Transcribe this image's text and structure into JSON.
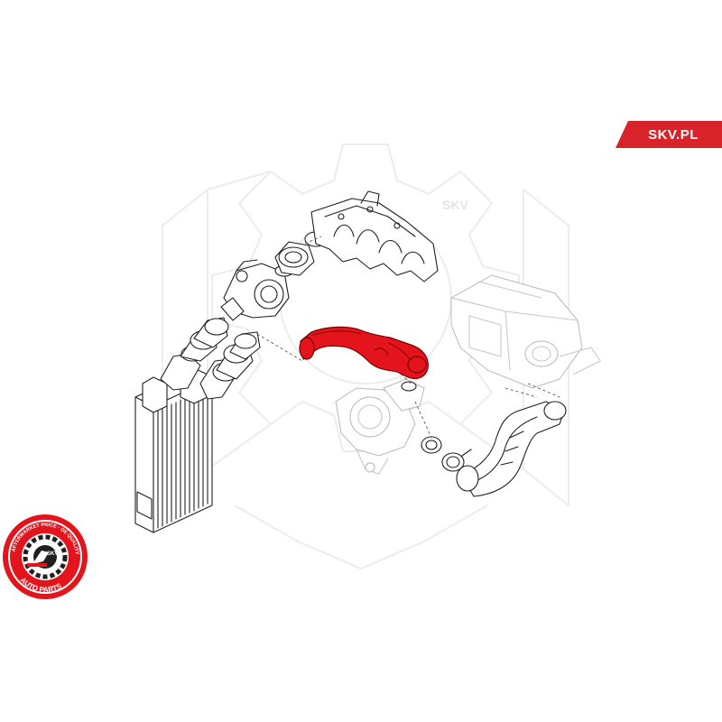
{
  "brand": {
    "label": "SKV.PL",
    "accent_color": "#d8232a"
  },
  "seal": {
    "ring_text": "AFTERMARKET PRICE · OE QUALITY",
    "center_text": "SKV",
    "bottom_text": "AUTO PARTS",
    "color": "#e3141c"
  },
  "watermark": {
    "text": "SKV"
  },
  "diagram": {
    "highlight_color": "#e3141c"
  }
}
